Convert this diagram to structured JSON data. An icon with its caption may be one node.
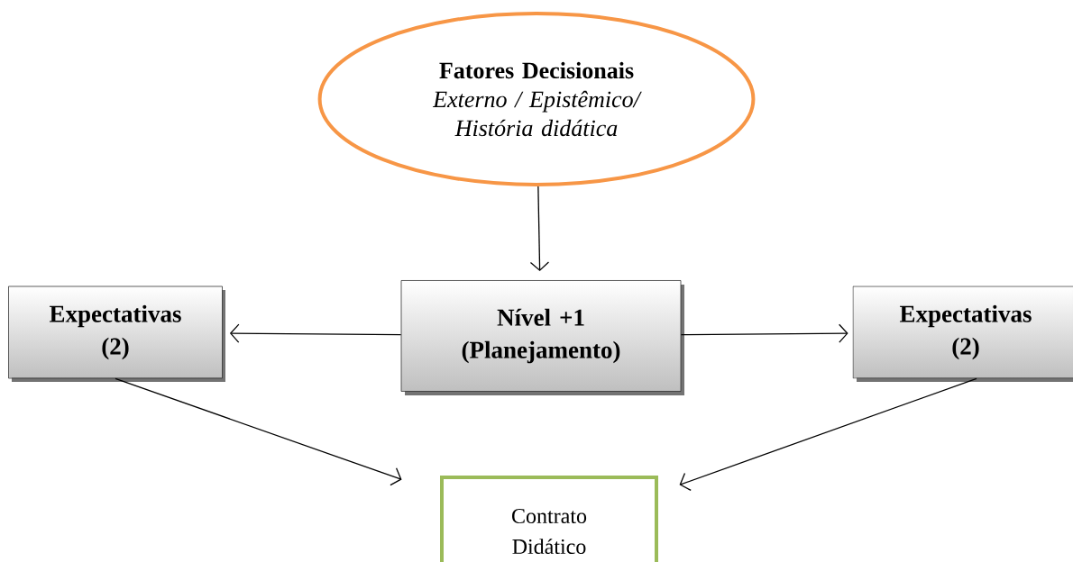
{
  "diagram": {
    "nodes": [
      {
        "text": [
          "Fatores Decisionais",
          "Externo / Epistêmico/ História didática"
        ]
      },
      {
        "text": [
          "Nível +1 (Planejamento)"
        ]
      },
      {
        "text": [
          "Expectativas (2)"
        ]
      },
      {
        "text": [
          "Expectativas (2)"
        ]
      },
      {
        "text": [
          "Contrato Didático"
        ]
      }
    ],
    "edges": [
      {
        "from": 0,
        "to": 1,
        "arrow": "to"
      },
      {
        "from": 1,
        "to": 2,
        "arrow": "to"
      },
      {
        "from": 1,
        "to": 3,
        "arrow": "to"
      },
      {
        "from": 2,
        "to": 4,
        "arrow": "to"
      },
      {
        "from": 3,
        "to": 4,
        "arrow": "to"
      }
    ]
  }
}
